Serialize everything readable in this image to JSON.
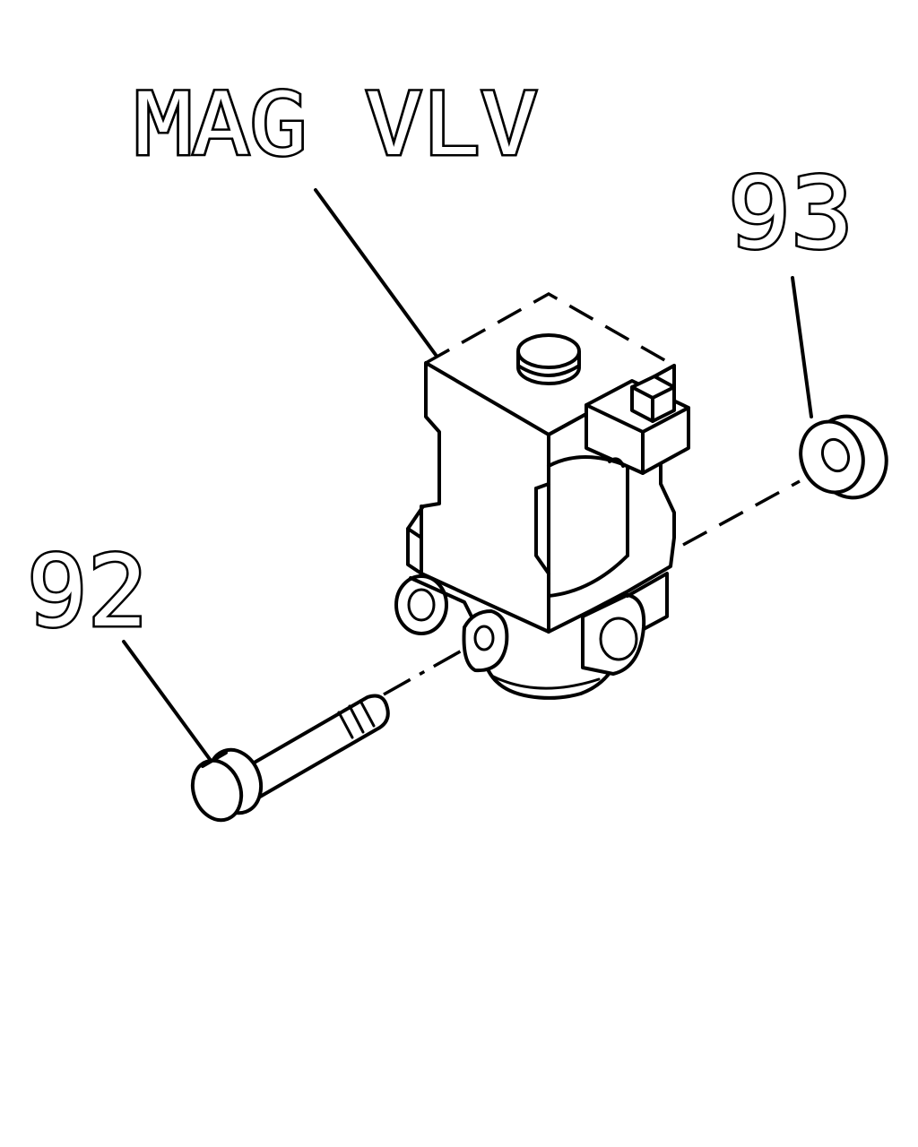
{
  "labels": {
    "part_name": "MAG VLV",
    "nut_ref": "93",
    "bolt_ref": "92"
  },
  "colors": {
    "line": "#000000",
    "background": "#ffffff"
  }
}
